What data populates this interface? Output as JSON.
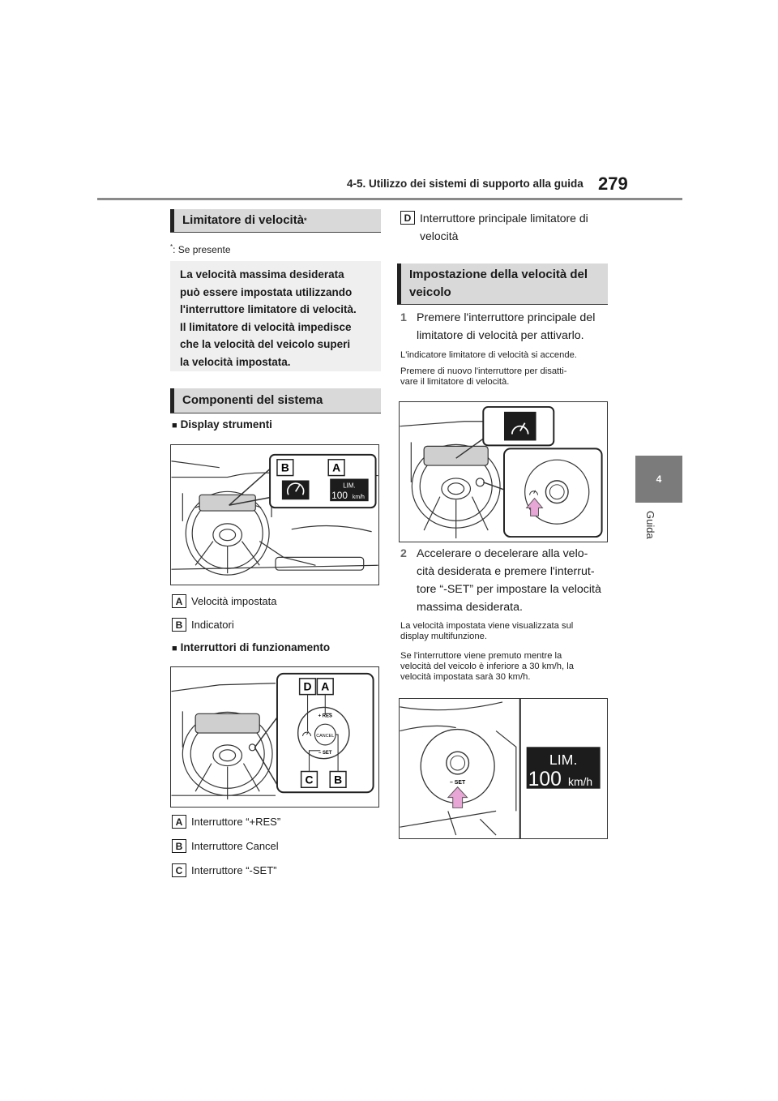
{
  "header": {
    "page_number": "279",
    "chapter_title": "4-5. Utilizzo dei sistemi di supporto alla guida"
  },
  "side_tab": {
    "number": "4",
    "label": "Guida"
  },
  "left_column": {
    "section_title": "Limitatore di velocità",
    "section_asterisk": "*",
    "footnote_mark": "*",
    "footnote_text": ": Se presente",
    "intro_lines": [
      "La velocità massima desiderata",
      "può essere impostata utilizzando",
      "l'interruttore limitatore di velocità.",
      "Il limitatore di velocità impedisce",
      "che la velocità del veicolo superi",
      "la velocità impostata."
    ],
    "components_title": "Componenti del sistema",
    "display_heading": "Display strumenti",
    "display_figure": {
      "callout_b": "B",
      "callout_a": "A",
      "lim_label": "LIM.",
      "lim_value": "100",
      "lim_unit": "km/h"
    },
    "display_legend": [
      {
        "badge": "A",
        "text": "Velocità impostata"
      },
      {
        "badge": "B",
        "text": "Indicatori"
      }
    ],
    "switches_heading": "Interruttori di funzionamento",
    "switches_figure": {
      "callout_d": "D",
      "callout_a": "A",
      "callout_c": "C",
      "callout_b": "B",
      "res_label": "+ RES",
      "cancel_label": "CANCEL",
      "set_label": "– SET"
    },
    "switches_legend": [
      {
        "badge": "A",
        "text": "Interruttore “+RES”"
      },
      {
        "badge": "B",
        "text": "Interruttore Cancel"
      },
      {
        "badge": "C",
        "text": "Interruttore “-SET”"
      }
    ]
  },
  "right_column": {
    "legend_d": {
      "badge": "D",
      "line1": "Interruttore principale limitatore di",
      "line2": "velocità"
    },
    "setting_title_line1": "Impostazione della velocità del",
    "setting_title_line2": "veicolo",
    "step1": {
      "number": "1",
      "line1": "Premere l'interruttore principale del",
      "line2": "limitatore di velocità per attivarlo."
    },
    "step1_note1": "L'indicatore limitatore di velocità si accende.",
    "step1_note2_line1": "Premere di nuovo l'interruttore per disatti-",
    "step1_note2_line2": "vare il limitatore di velocità.",
    "step2": {
      "number": "2",
      "line1": "Accelerare o decelerare alla velo-",
      "line2": "cità desiderata e premere l'interrut-",
      "line3": "tore “-SET” per impostare la velocità",
      "line4": "massima desiderata."
    },
    "step2_note1_line1": "La velocità impostata viene visualizzata sul",
    "step2_note1_line2": "display multifunzione.",
    "step2_note2_line1": "Se l'interruttore viene premuto mentre la",
    "step2_note2_line2": "velocità del veicolo è inferiore a 30 km/h, la",
    "step2_note2_line3": "velocità impostata sarà 30 km/h.",
    "set_figure": {
      "set_label": "– SET",
      "lim_label": "LIM.",
      "lim_value": "100",
      "lim_unit": "km/h"
    }
  },
  "colors": {
    "section_bg": "#d9d9d9",
    "intro_bg": "#efefef",
    "side_tab_bg": "#7b7b7b",
    "arrow_pink": "#e7a6d6",
    "lim_display_bg": "#1c1c1c"
  }
}
